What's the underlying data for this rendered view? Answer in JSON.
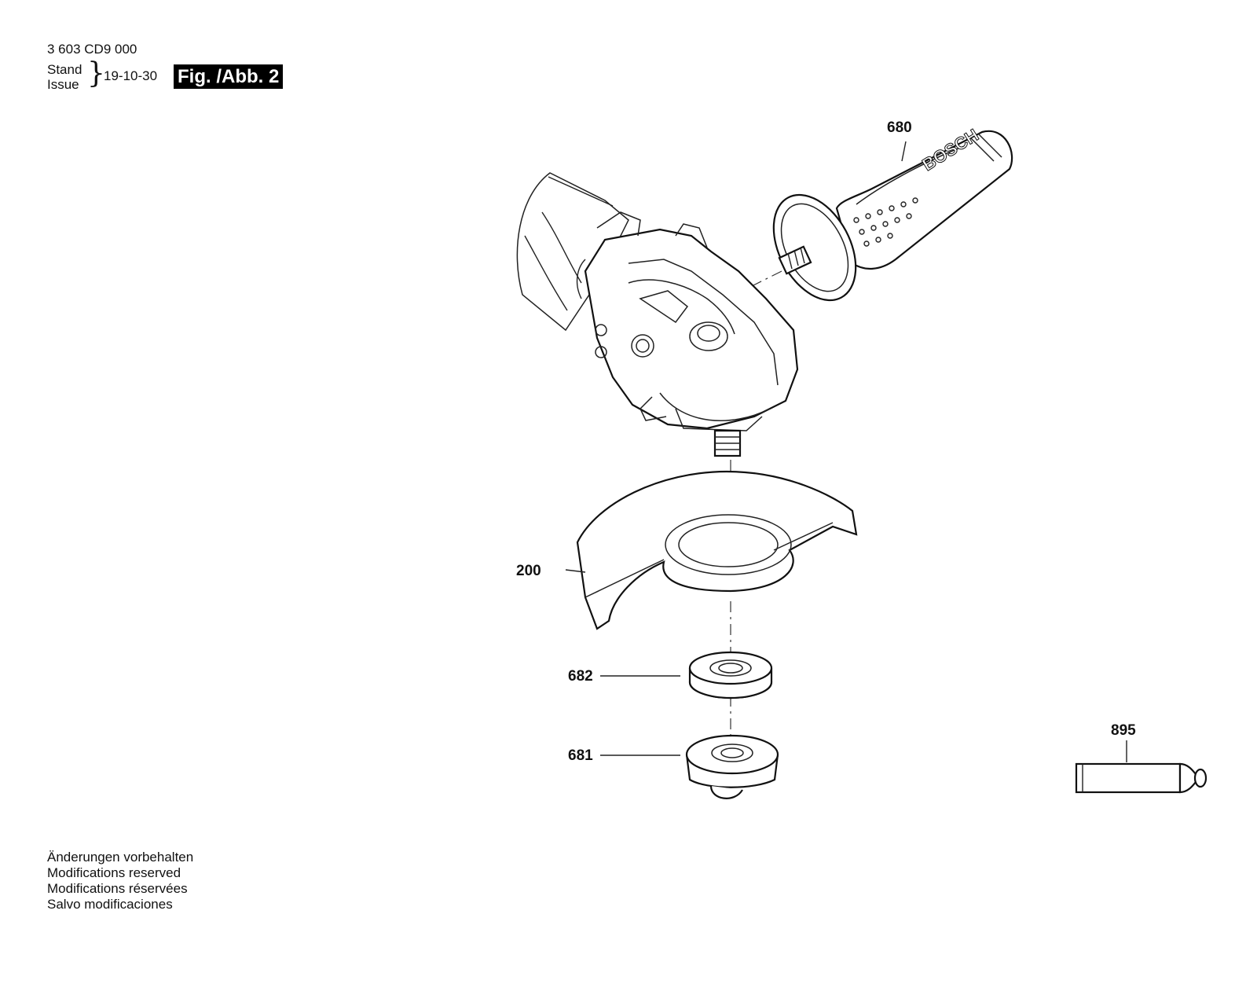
{
  "header": {
    "part_number": "3 603 CD9 000",
    "stand_label": "Stand",
    "issue_label": "Issue",
    "issue_date": "19-10-30",
    "figure_label": "Fig. /Abb. 2"
  },
  "callouts": {
    "c680": "680",
    "c200": "200",
    "c682": "682",
    "c681": "681",
    "c895": "895"
  },
  "handle_brand_text": "BOSCH",
  "footer": {
    "lines": [
      "Änderungen vorbehalten",
      "Modifications reserved",
      "Modifications réservées",
      "Salvo modificaciones"
    ]
  }
}
